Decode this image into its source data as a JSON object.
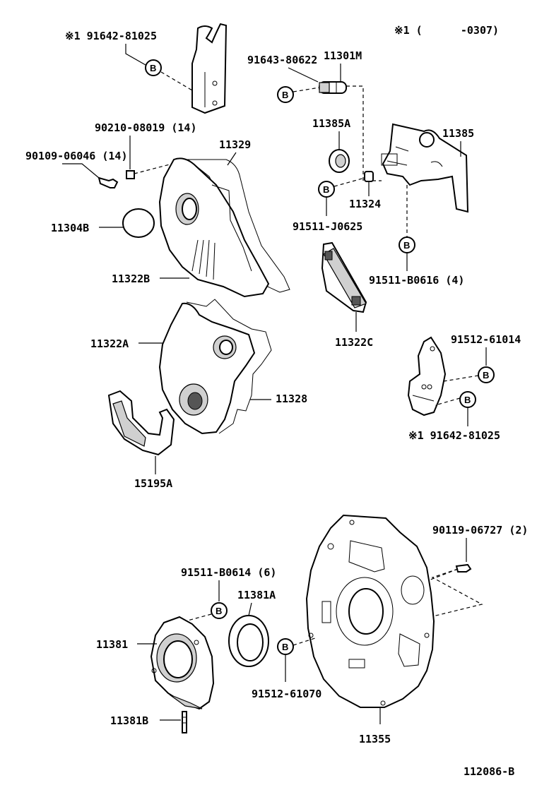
{
  "note_header": "※1 (      -0307)",
  "diagram_code": "112086-B",
  "bolt_symbol": "B",
  "labels": {
    "p91642_top": "※1 91642-81025",
    "p91643": "91643-80622",
    "p11301M": "11301M",
    "p11385A": "11385A",
    "p11385": "11385",
    "p90210": "90210-08019 (14)",
    "p11329": "11329",
    "p90109": "90109-06046 (14)",
    "p11304B": "11304B",
    "p11324": "11324",
    "p91511J": "91511-J0625",
    "p11322B": "11322B",
    "p91511B0616": "91511-B0616 (4)",
    "p11322C": "11322C",
    "p11322A": "11322A",
    "p91512_61014": "91512-61014",
    "p11328": "11328",
    "p91642_bot": "※1 91642-81025",
    "p15195A": "15195A",
    "p90119": "90119-06727 (2)",
    "p91511B0614": "91511-B0614 (6)",
    "p11381A": "11381A",
    "p11381": "11381",
    "p91512_61070": "91512-61070",
    "p11381B": "11381B",
    "p11355": "11355"
  }
}
